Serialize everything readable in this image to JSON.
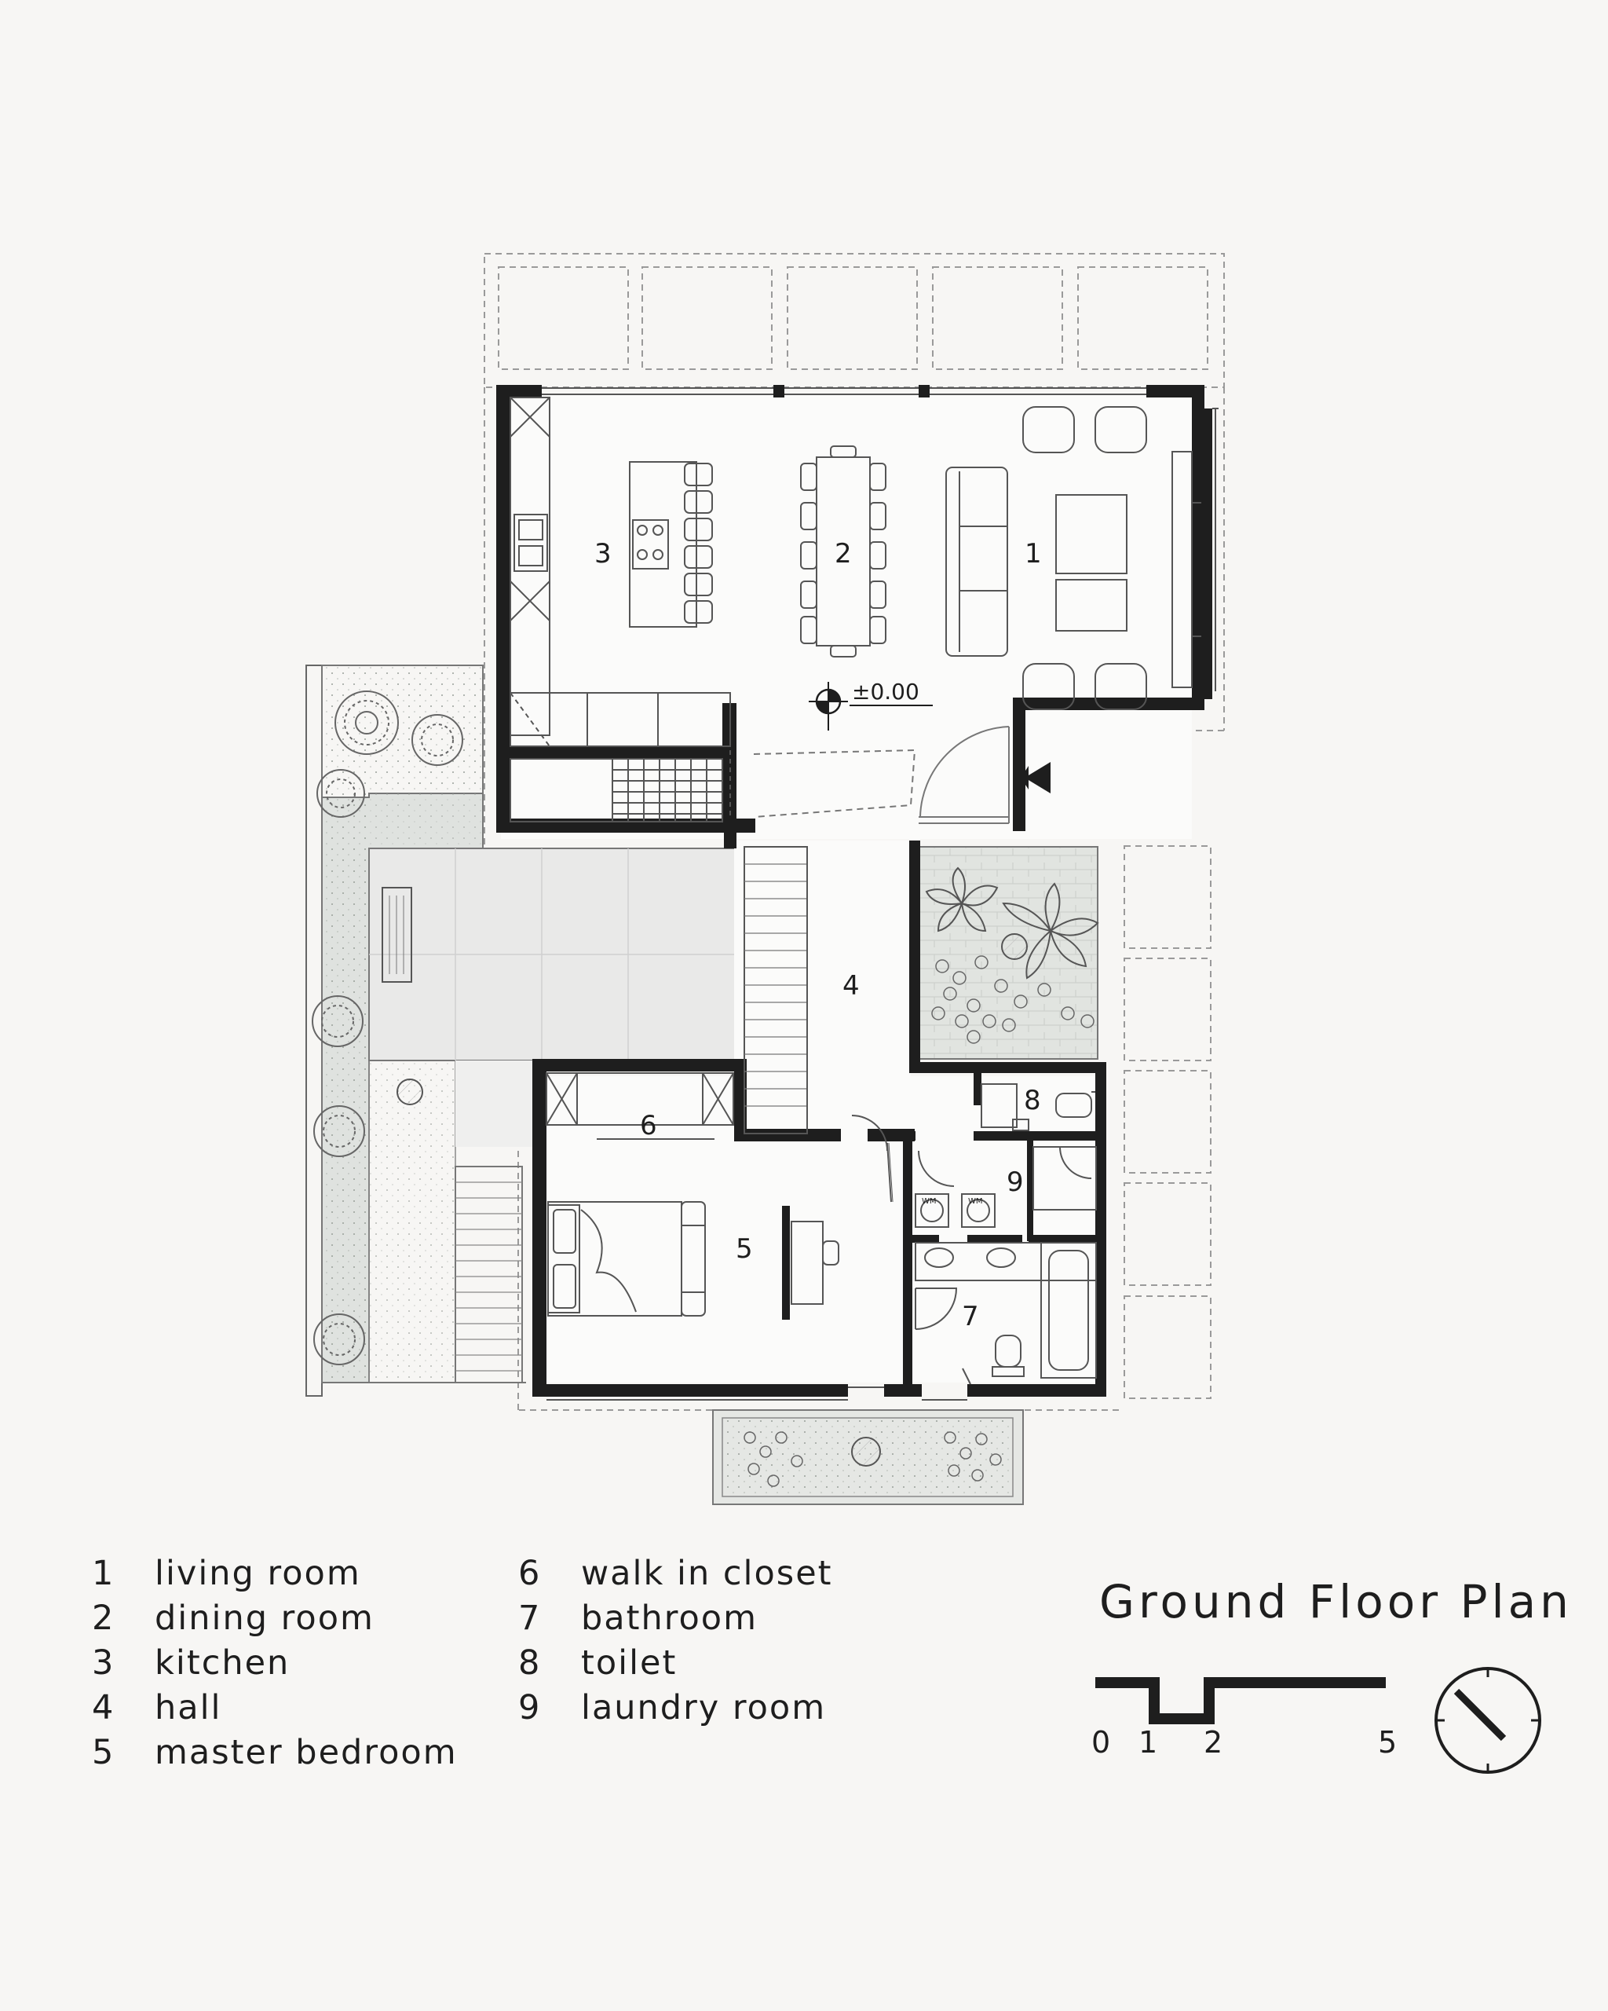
{
  "title": "Ground Floor Plan",
  "elevation": "±0.00",
  "rooms": [
    {
      "num": "1",
      "name": "living room"
    },
    {
      "num": "2",
      "name": "dining room"
    },
    {
      "num": "3",
      "name": "kitchen"
    },
    {
      "num": "4",
      "name": "hall"
    },
    {
      "num": "5",
      "name": "master bedroom"
    },
    {
      "num": "6",
      "name": "walk in closet"
    },
    {
      "num": "7",
      "name": "bathroom"
    },
    {
      "num": "8",
      "name": "toilet"
    },
    {
      "num": "9",
      "name": "laundry room"
    }
  ],
  "scale": {
    "ticks": [
      "0",
      "1",
      "2",
      "5"
    ]
  },
  "appliance_labels": [
    "WM",
    "WM"
  ],
  "icons": [
    "north-arrow-icon",
    "entrance-arrow-icon",
    "level-marker-icon",
    "plant-icon",
    "tree-icon"
  ],
  "colors": {
    "background": "#f7f6f4",
    "wall": "#1e1e1e",
    "line": "#555555",
    "garden": "#dcdedb"
  }
}
